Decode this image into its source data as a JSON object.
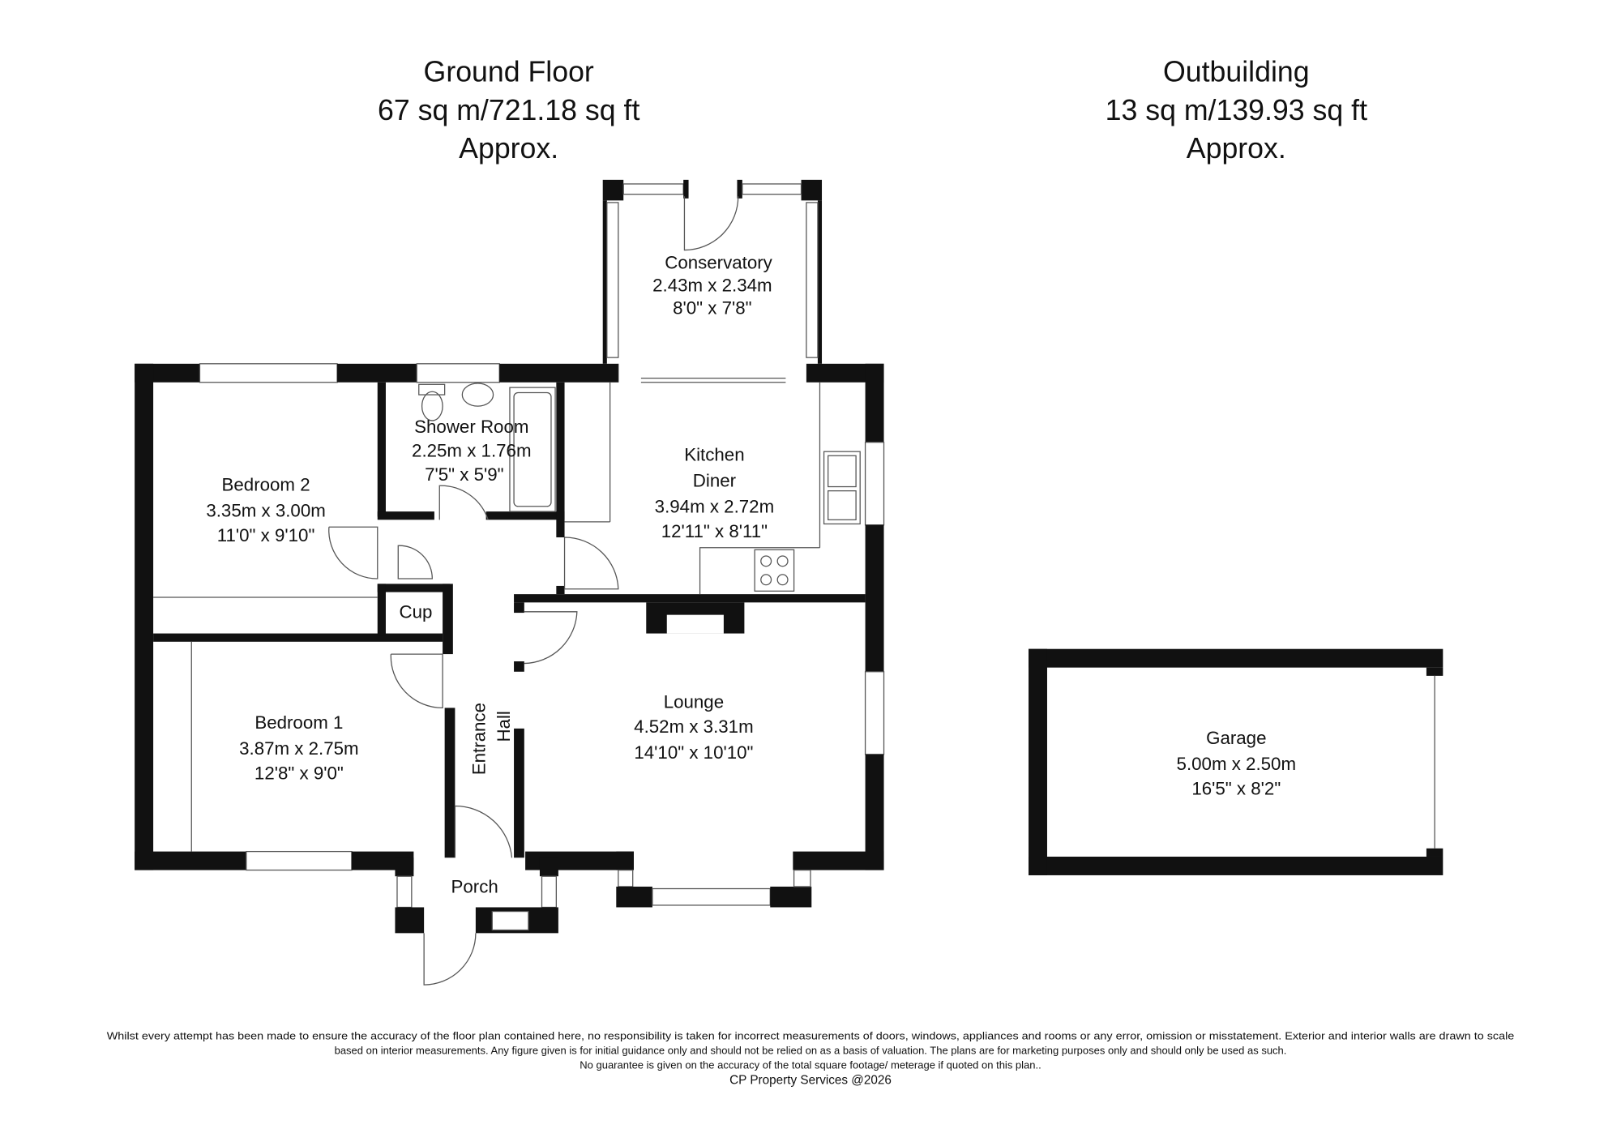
{
  "headers": {
    "ground": {
      "title": "Ground Floor",
      "area": "67 sq m/721.18 sq ft",
      "approx": "Approx."
    },
    "outbuilding": {
      "title": "Outbuilding",
      "area": "13 sq m/139.93 sq ft",
      "approx": "Approx."
    }
  },
  "rooms": {
    "conservatory": {
      "name": "Conservatory",
      "metric": "2.43m x 2.34m",
      "imperial": "8'0\" x 7'8\""
    },
    "shower": {
      "name": "Shower Room",
      "metric": "2.25m x 1.76m",
      "imperial": "7'5\" x 5'9\""
    },
    "kitchen": {
      "name1": "Kitchen",
      "name2": "Diner",
      "metric": "3.94m x 2.72m",
      "imperial": "12'11\" x 8'11\""
    },
    "bedroom2": {
      "name": "Bedroom 2",
      "metric": "3.35m x 3.00m",
      "imperial": "11'0\" x 9'10\""
    },
    "cup": {
      "name": "Cup"
    },
    "bedroom1": {
      "name": "Bedroom 1",
      "metric": "3.87m x 2.75m",
      "imperial": "12'8\" x 9'0\""
    },
    "hall": {
      "name1": "Entrance",
      "name2": "Hall"
    },
    "lounge": {
      "name": "Lounge",
      "metric": "4.52m x 3.31m",
      "imperial": "14'10\" x 10'10\""
    },
    "porch": {
      "name": "Porch"
    },
    "garage": {
      "name": "Garage",
      "metric": "5.00m x 2.50m",
      "imperial": "16'5\" x 8'2\""
    }
  },
  "footer": {
    "line1": "Whilst every attempt has been made to ensure the accuracy of the floor plan contained here, no responsibility is taken for incorrect measurements of doors, windows, appliances and rooms or any error, omission or misstatement. Exterior and interior walls are drawn to scale",
    "line2": "based on interior measurements. Any figure given is for initial guidance only and should not be relied on as a basis of valuation. The plans are for marketing purposes only and should only be used as such.",
    "line3": "No guarantee is given on the accuracy of the total square footage/ meterage if quoted on this plan..",
    "line4": "CP Property Services @2026"
  }
}
